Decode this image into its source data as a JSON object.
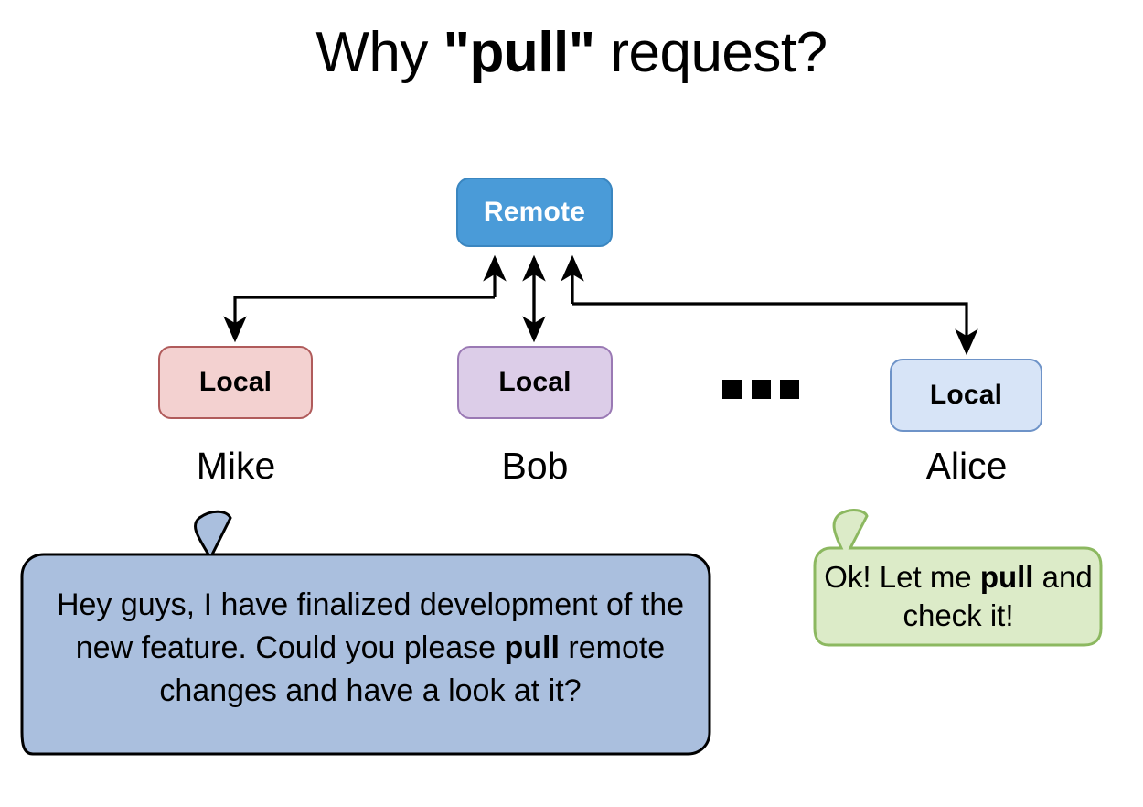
{
  "title": {
    "prefix": "Why ",
    "emphasis": "\"pull\"",
    "suffix": " request?"
  },
  "diagram": {
    "remote": {
      "label": "Remote",
      "fill": "#4A9BD8",
      "border": "#3A86C0",
      "text_color": "#FFFFFF"
    },
    "locals": [
      {
        "label": "Local",
        "person": "Mike",
        "fill": "#F3D1D0",
        "border": "#B05B5B"
      },
      {
        "label": "Local",
        "person": "Bob",
        "fill": "#DCCDE8",
        "border": "#9A79B4"
      },
      {
        "label": "Local",
        "person": "Alice",
        "fill": "#D7E4F7",
        "border": "#6E93C8"
      }
    ],
    "ellipsis": "■ ■ ■",
    "connector_color": "#000000"
  },
  "bubbles": [
    {
      "speaker": "Mike",
      "text_part_1": "Hey guys, I have finalized development of the new feature. Could you please ",
      "text_emphasis": " pull",
      "text_part_2": " remote changes and have a look at it?",
      "fill": "#AABFDE",
      "border": "#000000"
    },
    {
      "speaker": "Alice",
      "text_part_1": "Ok! Let me ",
      "text_emphasis": "pull",
      "text_part_2": " and check it!",
      "fill": "#DCEBC8",
      "border": "#8CB860"
    }
  ]
}
